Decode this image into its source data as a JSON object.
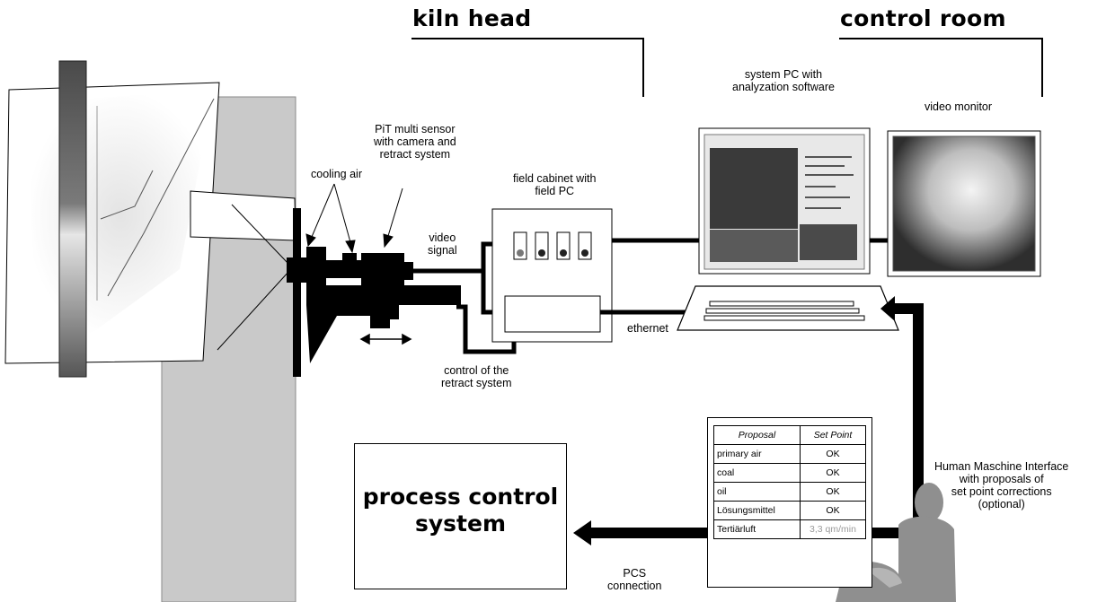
{
  "headings": {
    "kiln_head": "kiln head",
    "control_room": "control room"
  },
  "labels": {
    "cooling_air": "cooling air",
    "sensor": [
      "PiT multi sensor",
      "with camera and",
      "retract system"
    ],
    "field_cabinet": [
      "field cabinet with",
      "field PC"
    ],
    "video_signal": [
      "video",
      "signal"
    ],
    "ethernet": "ethernet",
    "control_retract": [
      "control of the",
      "retract system"
    ],
    "system_pc": [
      "system PC with",
      "analyzation software"
    ],
    "video_monitor": "video monitor",
    "hmi": [
      "Human Maschine Interface",
      "with proposals of",
      "set point corrections",
      "(optional)"
    ],
    "pcs_connection": [
      "PCS",
      "connection"
    ]
  },
  "process_control": {
    "line1": "process control",
    "line2": "system"
  },
  "hmi_table": {
    "headers": [
      "Proposal",
      "Set Point"
    ],
    "rows": [
      {
        "proposal": "primary air",
        "set_point": "OK"
      },
      {
        "proposal": "coal",
        "set_point": "OK"
      },
      {
        "proposal": "oil",
        "set_point": "OK"
      },
      {
        "proposal": "Lösungsmittel",
        "set_point": "OK"
      },
      {
        "proposal": "Tertiärluft",
        "set_point": "3,3 qm/min"
      }
    ]
  },
  "colors": {
    "line": "#000000",
    "wall": "#c8c8c8",
    "band": "#555555",
    "screen": "#3a3a3a"
  }
}
